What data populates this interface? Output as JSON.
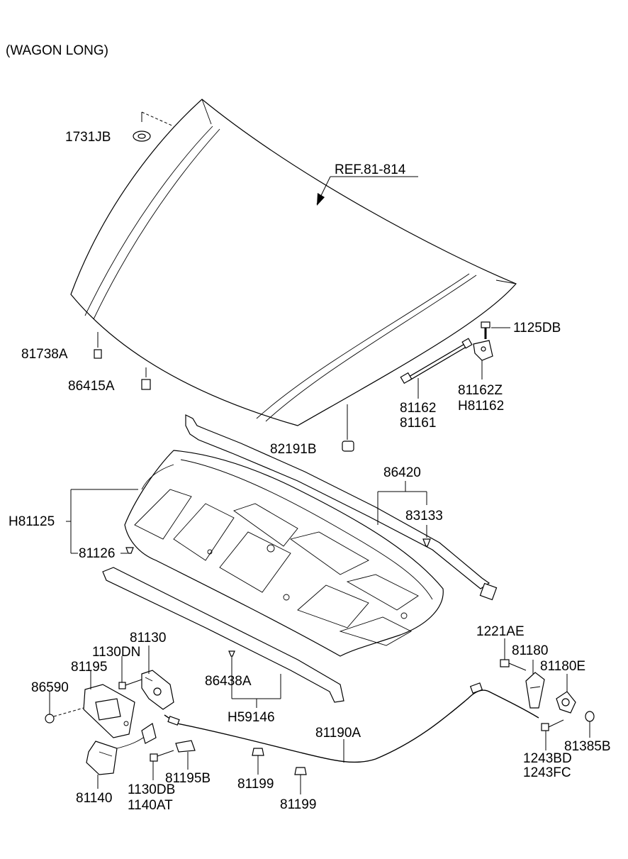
{
  "caption": "(WAGON LONG)",
  "ref_label": "REF.81-814",
  "parts": {
    "p1731JB": "1731JB",
    "p81738A": "81738A",
    "p86415A": "86415A",
    "p1125DB": "1125DB",
    "p81162Z": "81162Z",
    "pH81162": "H81162",
    "p81162": "81162",
    "p81161": "81161",
    "p82191B": "82191B",
    "p86420": "86420",
    "p83133": "83133",
    "pH81125": "H81125",
    "p81126": "81126",
    "p1221AE": "1221AE",
    "p81180": "81180",
    "p81180E": "81180E",
    "p81130": "81130",
    "p1130DN": "1130DN",
    "p81195": "81195",
    "p86590": "86590",
    "p86438A": "86438A",
    "pH59146": "H59146",
    "p81190A": "81190A",
    "p81385B": "81385B",
    "p1243BD": "1243BD",
    "p1243FC": "1243FC",
    "p81199a": "81199",
    "p81199b": "81199",
    "p81195B": "81195B",
    "p1130DB": "1130DB",
    "p1140AT": "1140AT",
    "p81140": "81140"
  }
}
